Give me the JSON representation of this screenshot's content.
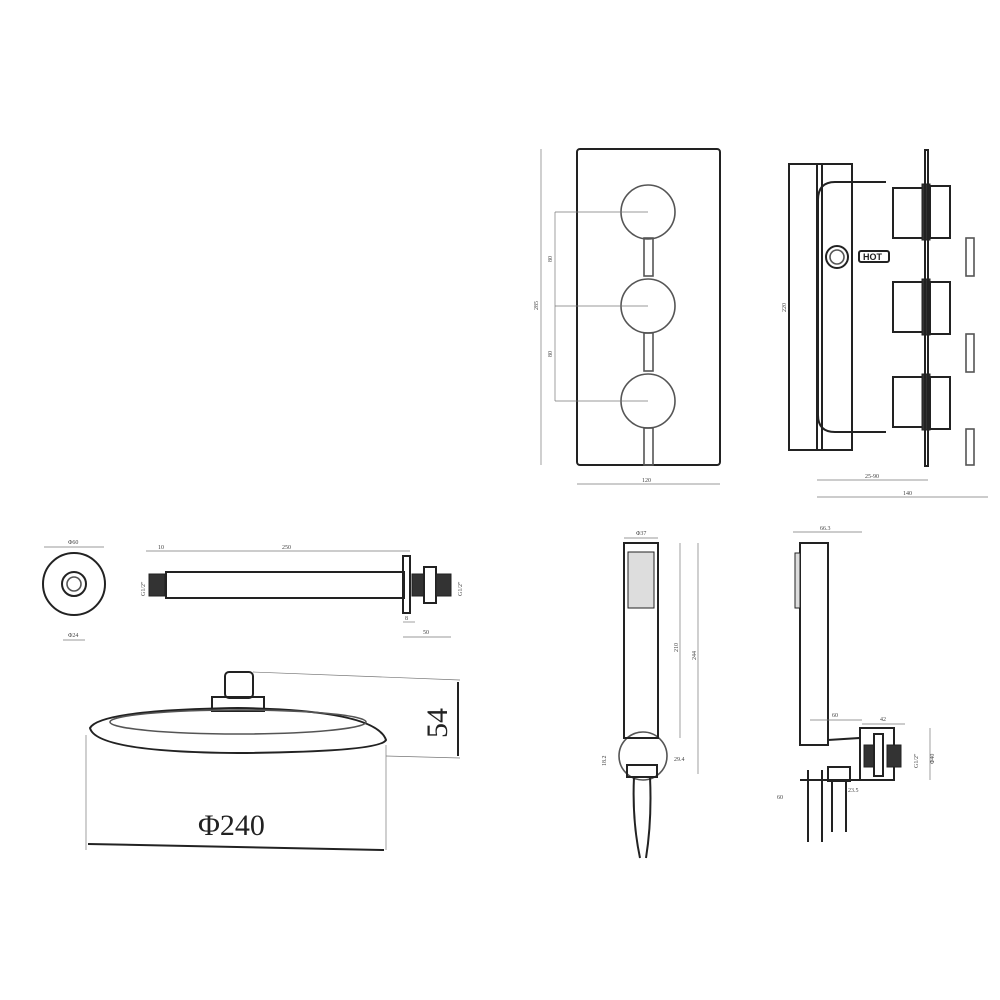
{
  "valve_front": {
    "height": "285",
    "spacing_top": "80",
    "spacing_bottom": "80",
    "width": "120"
  },
  "valve_side": {
    "height": "220",
    "depth_range": "25-90",
    "depth_total": "140",
    "label": "HOT"
  },
  "arm_end": {
    "flange_dia": "Φ60",
    "outlet_dia": "Φ24"
  },
  "arm_side": {
    "inlet_len": "10",
    "arm_len": "250",
    "thread_left": "G1/2\"",
    "thread_right": "G1/2\"",
    "flange_thk": "8",
    "wall_len": "50"
  },
  "head": {
    "diameter": "Φ240",
    "height": "54"
  },
  "handset_front": {
    "width": "Φ37",
    "body_len": "210",
    "total_len": "244",
    "bracket_h": "18.2",
    "bracket_w": "29.4"
  },
  "handset_side": {
    "depth": "66.3",
    "bracket_depth": "60",
    "elbow_len": "42",
    "thread": "G1/2\"",
    "elbow_dia": "Φ40",
    "offset": "23.5",
    "hose_offset": "60"
  }
}
